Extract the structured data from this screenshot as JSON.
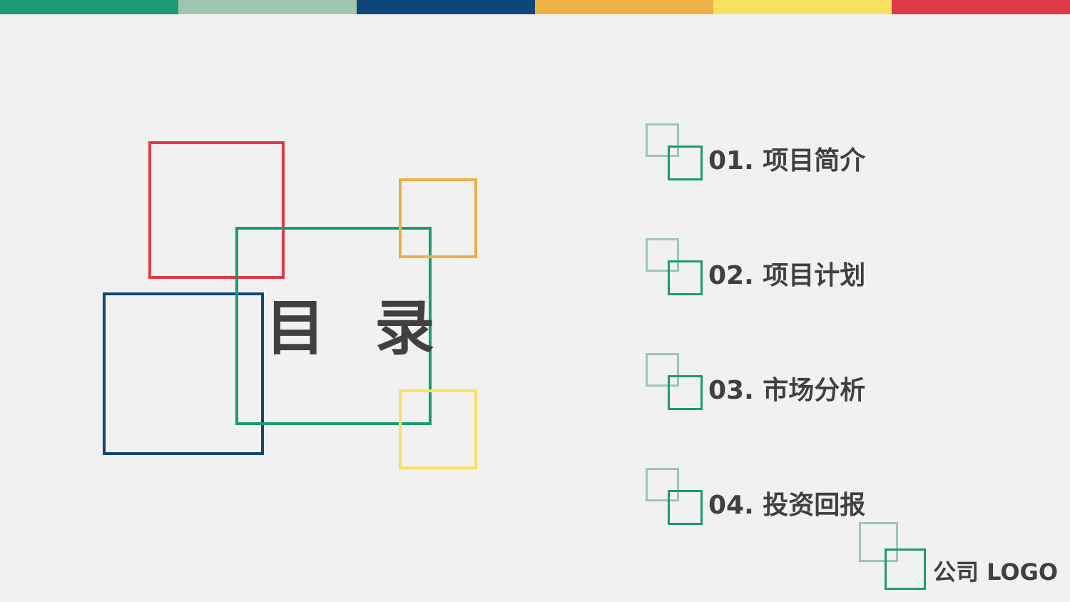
{
  "colors": {
    "background": "#f1f1f1",
    "text": "#404040",
    "green": "#1c9a75",
    "light_green": "#9fc6ae",
    "navy": "#0f4678",
    "orange": "#ecb045",
    "yellow": "#f8e262",
    "red": "#e23846"
  },
  "top_bar": {
    "segments": [
      "#1c9a75",
      "#9fc6ae",
      "#0f4678",
      "#ecb045",
      "#f8e262",
      "#e23846"
    ]
  },
  "title": "目 录",
  "toc": {
    "items": [
      {
        "number": "01.",
        "label": "01. 项目简介"
      },
      {
        "number": "02.",
        "label": "02. 项目计划"
      },
      {
        "number": "03.",
        "label": "03. 市场分析"
      },
      {
        "number": "04.",
        "label": "04. 投资回报"
      }
    ]
  },
  "logo": {
    "text": "公司 LOGO"
  }
}
